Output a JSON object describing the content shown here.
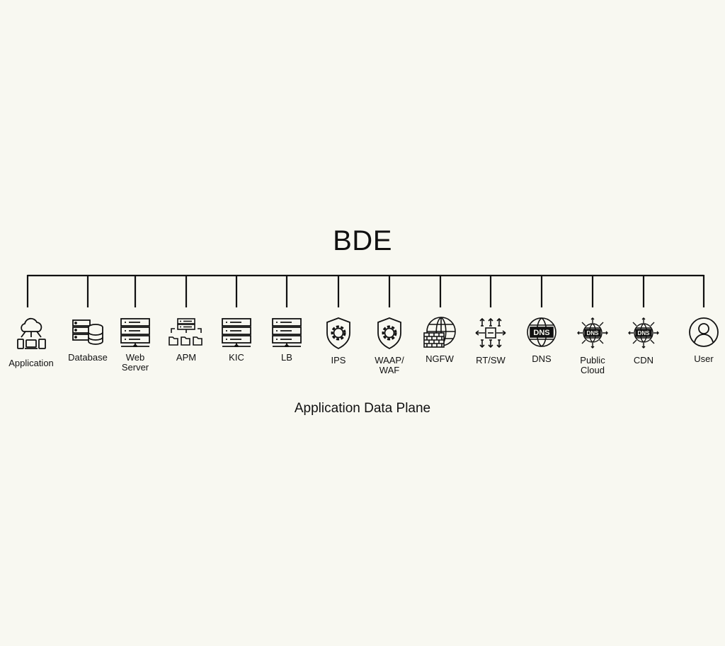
{
  "diagram": {
    "title": "BDE",
    "subtitle": "Application Data Plane",
    "line_color": "#111111",
    "background": "#f8f8f1",
    "nodes": [
      {
        "label": "Application",
        "icon": "cloud-devices-icon"
      },
      {
        "label": "Database",
        "icon": "database-icon"
      },
      {
        "label": "Web\nServer",
        "icon": "server-icon"
      },
      {
        "label": "APM",
        "icon": "apm-icon"
      },
      {
        "label": "KIC",
        "icon": "server-icon"
      },
      {
        "label": "LB",
        "icon": "server-icon"
      },
      {
        "label": "IPS",
        "icon": "shield-gear-icon"
      },
      {
        "label": "WAAP/\nWAF",
        "icon": "shield-gear-icon"
      },
      {
        "label": "NGFW",
        "icon": "firewall-globe-icon"
      },
      {
        "label": "RT/SW",
        "icon": "router-switch-icon"
      },
      {
        "label": "DNS",
        "icon": "dns-globe-icon"
      },
      {
        "label": "Public\nCloud",
        "icon": "dns-globe-arrows-icon"
      },
      {
        "label": "CDN",
        "icon": "dns-globe-arrows-icon"
      },
      {
        "label": "User",
        "icon": "user-icon"
      }
    ]
  }
}
